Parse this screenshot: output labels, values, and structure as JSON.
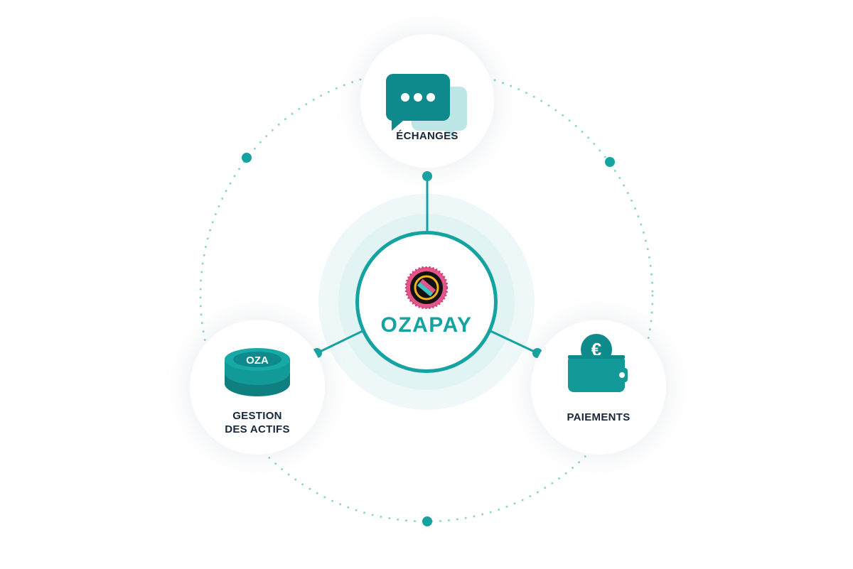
{
  "diagram": {
    "type": "hub-and-spoke",
    "center": {
      "label": "OZAPAY",
      "logo": "ozapay-logo"
    },
    "nodes": [
      {
        "id": "echanges",
        "label": "ÉCHANGES",
        "icon": "chat-bubbles-icon"
      },
      {
        "id": "gestion",
        "label_line1": "GESTION",
        "label_line2": "DES ACTIFS",
        "icon": "oza-coin-stack-icon",
        "coin_text": "OZA"
      },
      {
        "id": "paiements",
        "label": "PAIEMENTS",
        "icon": "wallet-euro-icon",
        "coin_symbol": "€"
      }
    ],
    "colors": {
      "teal": "#14a3a1",
      "teal_dark": "#0f8a8c",
      "teal_light": "#bfe6e6",
      "text": "#16283a",
      "halo": "#e4f4f4",
      "pink": "#e5548a",
      "yellow": "#f2b41c"
    }
  }
}
